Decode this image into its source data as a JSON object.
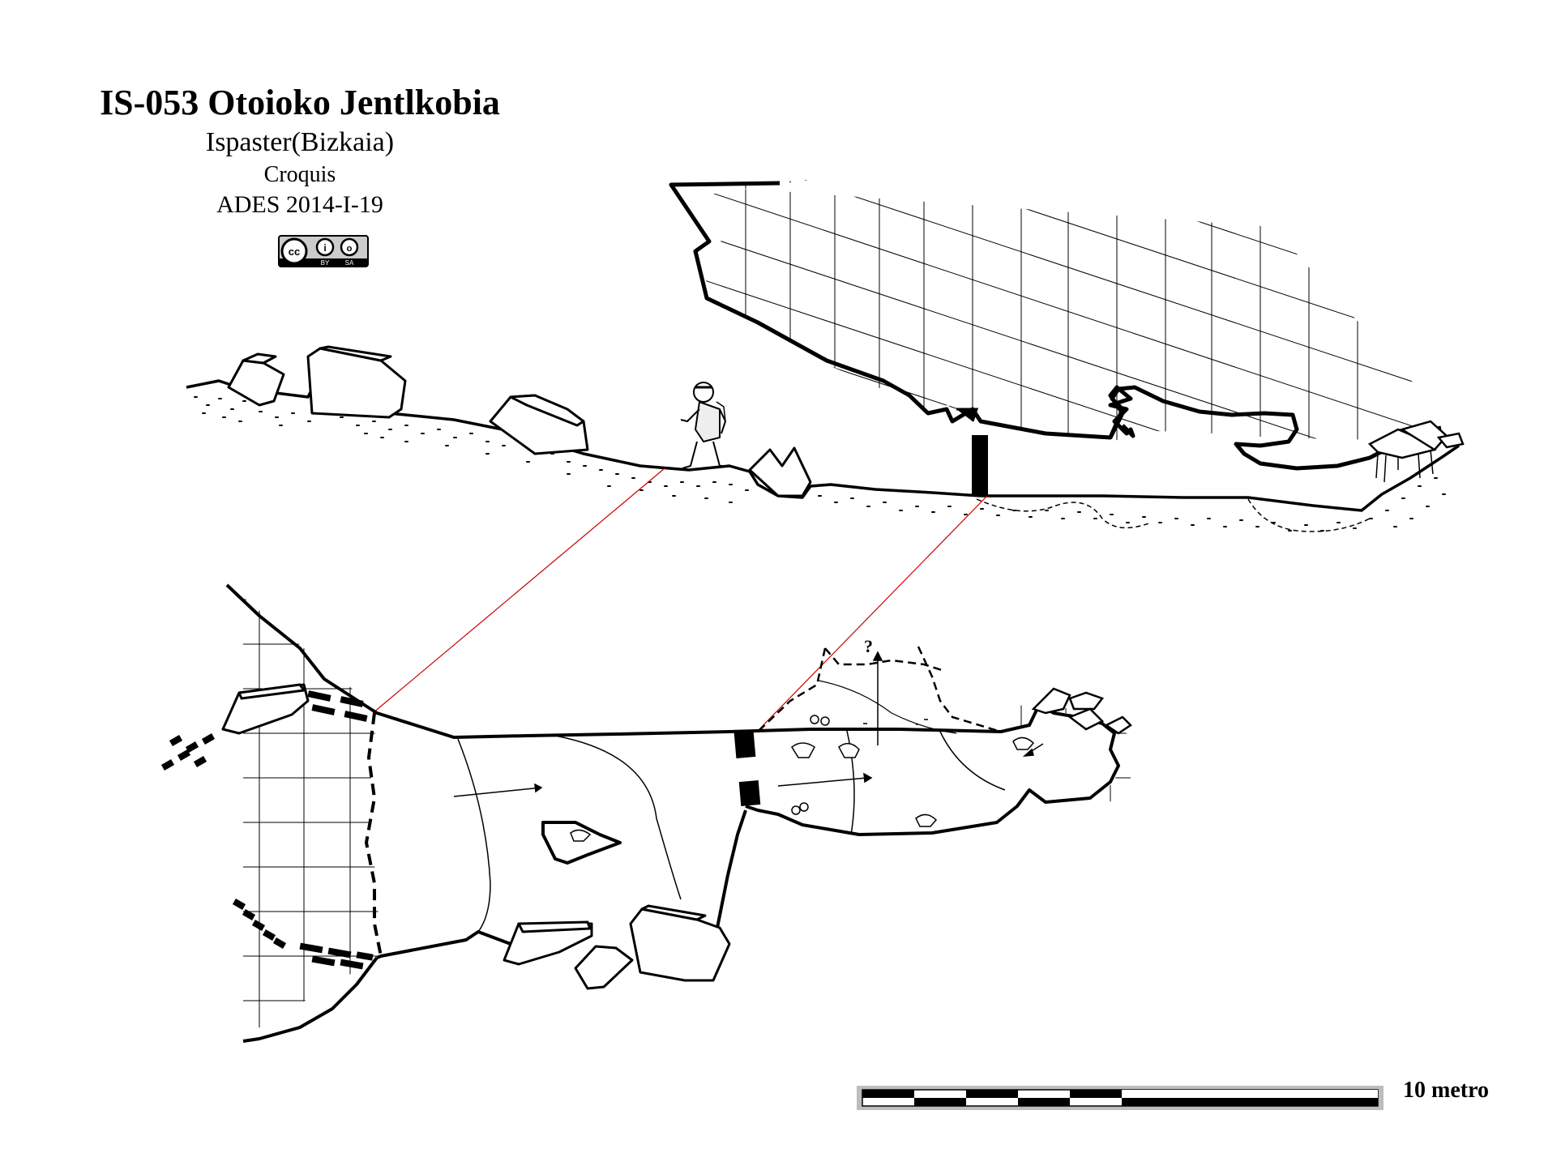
{
  "title": "IS-053 Otoioko Jentlkobia",
  "location": "Ispaster(Bizkaia)",
  "subtitle": "Croquis",
  "credit": "ADES 2014-I-19",
  "license": {
    "badge": "CC BY-SA",
    "by_label": "BY",
    "sa_label": "SA"
  },
  "plan": {
    "unknown_mark": "?"
  },
  "scale": {
    "label": "10 metro"
  },
  "colors": {
    "ink": "#000000",
    "projection_line": "#cc0000",
    "scale_gray": "#bdbdbd"
  }
}
